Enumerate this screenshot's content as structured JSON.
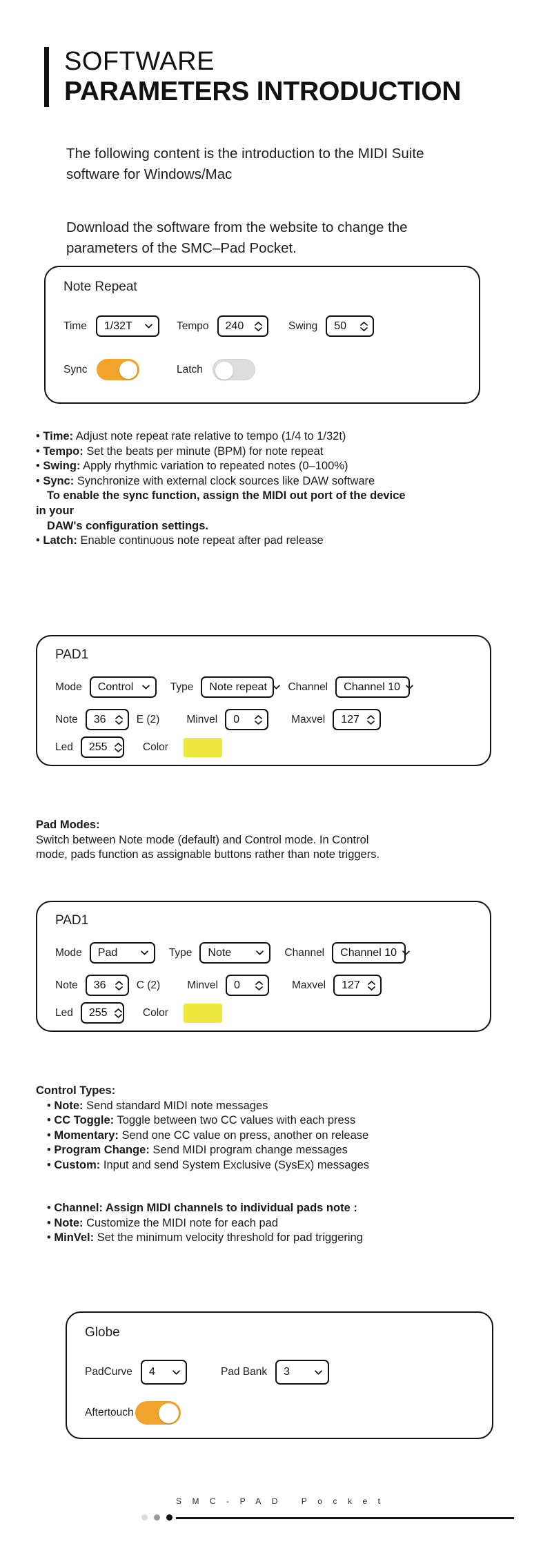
{
  "header": {
    "line1": "SOFTWARE",
    "line2": "PARAMETERS INTRODUCTION"
  },
  "intro": {
    "paragraph1": "The following content is the introduction to the MIDI Suite software for Windows/Mac",
    "paragraph2": "Download the software from the website to change the parameters of the SMC–Pad Pocket."
  },
  "note_repeat_panel": {
    "title": "Note Repeat",
    "time_label": "Time",
    "time_value": "1/32T",
    "tempo_label": "Tempo",
    "tempo_value": "240",
    "swing_label": "Swing",
    "swing_value": "50",
    "sync_label": "Sync",
    "sync_state": "on",
    "latch_label": "Latch",
    "latch_state": "off"
  },
  "note_repeat_notes": {
    "items": [
      {
        "term": "Time:",
        "desc": "Adjust note repeat rate relative to tempo (1/4 to 1/32t)"
      },
      {
        "term": "Tempo:",
        "desc": "Set the beats per minute (BPM) for note repeat"
      },
      {
        "term": "Swing:",
        "desc": "Apply rhythmic variation to repeated notes (0–100%)"
      },
      {
        "term": "Sync:",
        "desc": "Synchronize with external clock sources like DAW software"
      }
    ],
    "sync_bold_1": "To enable the sync function, assign the MIDI out port of the device",
    "sync_bold_2": "in your",
    "sync_bold_3": "DAW's configuration settings.",
    "latch_term": "Latch:",
    "latch_desc": "Enable continuous note repeat after pad release"
  },
  "pad_panel_control": {
    "title": "PAD1",
    "mode_label": "Mode",
    "mode_value": "Control",
    "type_label": "Type",
    "type_value": "Note repeat",
    "channel_label": "Channel",
    "channel_value": "Channel  10",
    "note_label": "Note",
    "note_value": "36",
    "note_name": "E  (2)",
    "minvel_label": "Minvel",
    "minvel_value": "0",
    "maxvel_label": "Maxvel",
    "maxvel_value": "127",
    "led_label": "Led",
    "led_value": "255",
    "color_label": "Color",
    "color_swatch": "#ECE83D"
  },
  "pad_modes_text": {
    "heading": "Pad Modes:",
    "body_line1": "Switch between Note mode (default) and Control mode. In Control",
    "body_line2": "mode, pads function as assignable buttons rather than note triggers."
  },
  "pad_panel_note": {
    "title": "PAD1",
    "mode_label": "Mode",
    "mode_value": "Pad",
    "type_label": "Type",
    "type_value": "Note",
    "channel_label": "Channel",
    "channel_value": "Channel  10",
    "note_label": "Note",
    "note_value": "36",
    "note_name": "C  (2)",
    "minvel_label": "Minvel",
    "minvel_value": "0",
    "maxvel_label": "Maxvel",
    "maxvel_value": "127",
    "led_label": "Led",
    "led_value": "255",
    "color_label": "Color",
    "color_swatch": "#ECE83D"
  },
  "control_types": {
    "heading": "Control Types:",
    "items": [
      {
        "term": "Note:",
        "desc": "Send standard MIDI note messages"
      },
      {
        "term": "CC Toggle:",
        "desc": "Toggle between two CC values with each press"
      },
      {
        "term": "Momentary:",
        "desc": "Send one CC value on press, another on release"
      },
      {
        "term": "Program Change:",
        "desc": "Send MIDI program change messages"
      },
      {
        "term": "Custom:",
        "desc": "Input and send System Exclusive (SysEx) messages"
      }
    ],
    "items2": [
      {
        "term": "Channel:",
        "desc": "Assign MIDI channels to individual pads note :",
        "term_bold_full": true
      },
      {
        "term": "Note:",
        "desc": "Customize the MIDI note for each pad"
      },
      {
        "term": "MinVel:",
        "desc": "Set the minimum velocity threshold for pad triggering"
      }
    ]
  },
  "globe_panel": {
    "title": "Globe",
    "padcurve_label": "PadCurve",
    "padcurve_value": "4",
    "padbank_label": "Pad Bank",
    "padbank_value": "3",
    "aftertouch_label": "Aftertouch",
    "aftertouch_state": "on"
  },
  "footer": {
    "word": "SMC-PAD Pocket",
    "dots": [
      "#dcdcdc",
      "#9a9a9a",
      "#111111"
    ]
  },
  "colors": {
    "accent_orange": "#F1A32B",
    "swatch_yellow": "#ECE83D",
    "ink": "#111111"
  }
}
